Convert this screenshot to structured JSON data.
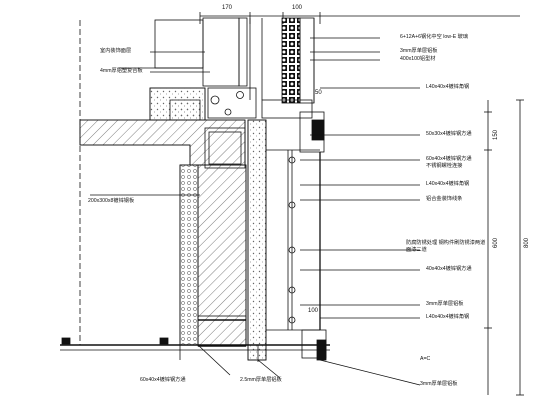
{
  "dimensions": {
    "top_170": "170",
    "top_100": "100",
    "right_50": "50",
    "right_150": "150",
    "right_600": "600",
    "right_800": "800",
    "bottom_100": "100"
  },
  "annotations": {
    "glass": "6+12A+6钢化中空 low-E 玻璃",
    "mullion_3mm": "3mm厚单层铝板",
    "profile_400": "400x100铝型材",
    "wall_top_left_1": "室内装饰面层",
    "wall_top_left_2": "4mm厚铝塑复合板",
    "angle_l40_top": "L40x40x4镀锌角钢",
    "tube_50": "50x30x4镀锌钢方通",
    "tube_60": "60x40x4镀锌钢方通",
    "tube_60_sub": "不锈钢螺栓连接",
    "angle_l40_mid": "L40x40x4镀锌角钢",
    "right_mid": "铝合金装饰线条",
    "right_long_1": "防腐防锈处理 钢构件刷防锈漆两道",
    "right_long_2": "面漆二道",
    "tube_40": "40x40x4镀锌钢方通",
    "right_3mm": "3mm厚单层铝板",
    "angle_l40_low": "L40x40x4镀锌角钢",
    "left_200": "200x300x8镀锌钢板",
    "bottom_60": "60x40x4镀锌钢方通",
    "bottom_25": "2.5mm厚单层铝板",
    "bottom_right": "3mm厚单层铝板",
    "marker_ac": "A=C"
  }
}
